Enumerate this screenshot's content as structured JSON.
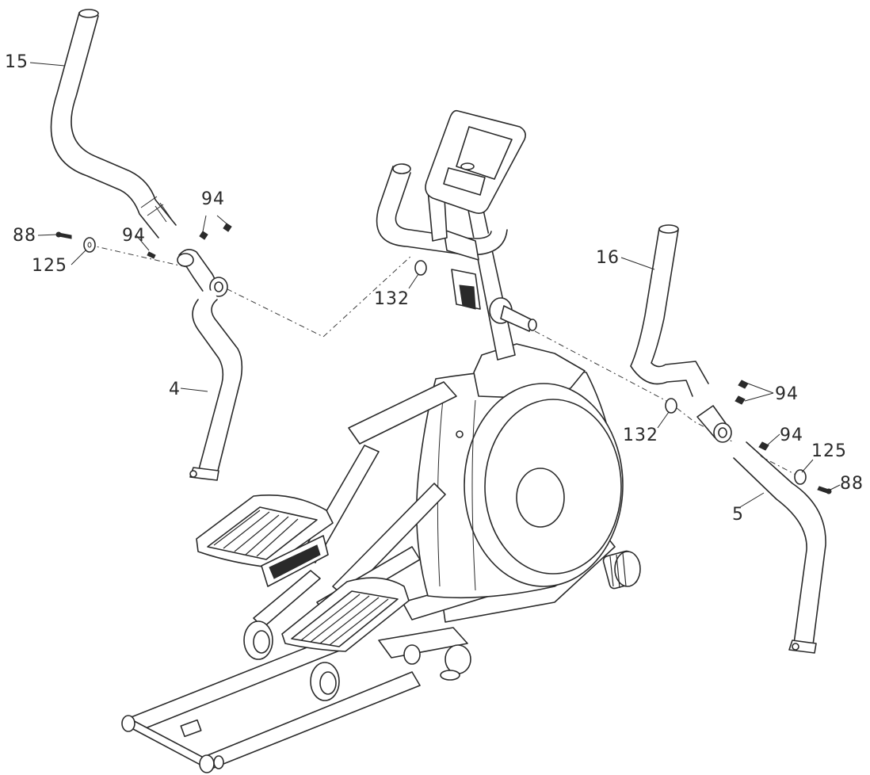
{
  "diagram": {
    "callouts": [
      {
        "id": "c15",
        "text": "15"
      },
      {
        "id": "c94a",
        "text": "94"
      },
      {
        "id": "c88a",
        "text": "88"
      },
      {
        "id": "c94b",
        "text": "94"
      },
      {
        "id": "c125a",
        "text": "125"
      },
      {
        "id": "c132a",
        "text": "132"
      },
      {
        "id": "c4",
        "text": "4"
      },
      {
        "id": "c16",
        "text": "16"
      },
      {
        "id": "c94c",
        "text": "94"
      },
      {
        "id": "c132b",
        "text": "132"
      },
      {
        "id": "c94d",
        "text": "94"
      },
      {
        "id": "c125b",
        "text": "125"
      },
      {
        "id": "c88b",
        "text": "88"
      },
      {
        "id": "c5",
        "text": "5"
      }
    ]
  }
}
